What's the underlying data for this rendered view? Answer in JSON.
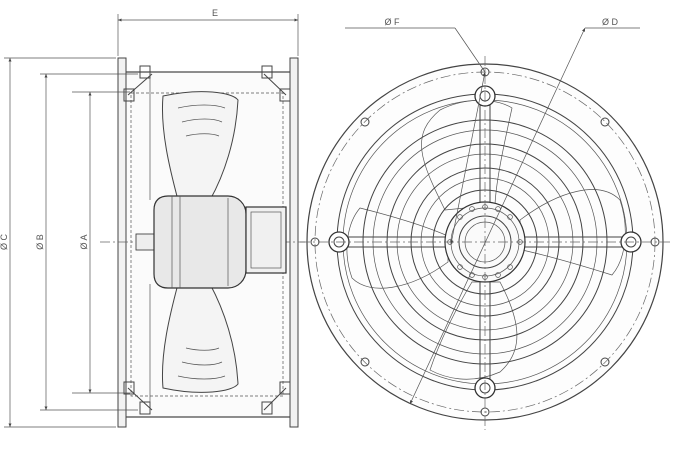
{
  "drawing": {
    "side_view": {
      "dim_width": "E",
      "dim_outer_diameter": "Ø C",
      "dim_flange_diameter": "Ø B",
      "dim_inner_diameter": "Ø A"
    },
    "front_view": {
      "dim_bolt_circle": "Ø F",
      "dim_guard_diameter": "Ø D"
    }
  }
}
